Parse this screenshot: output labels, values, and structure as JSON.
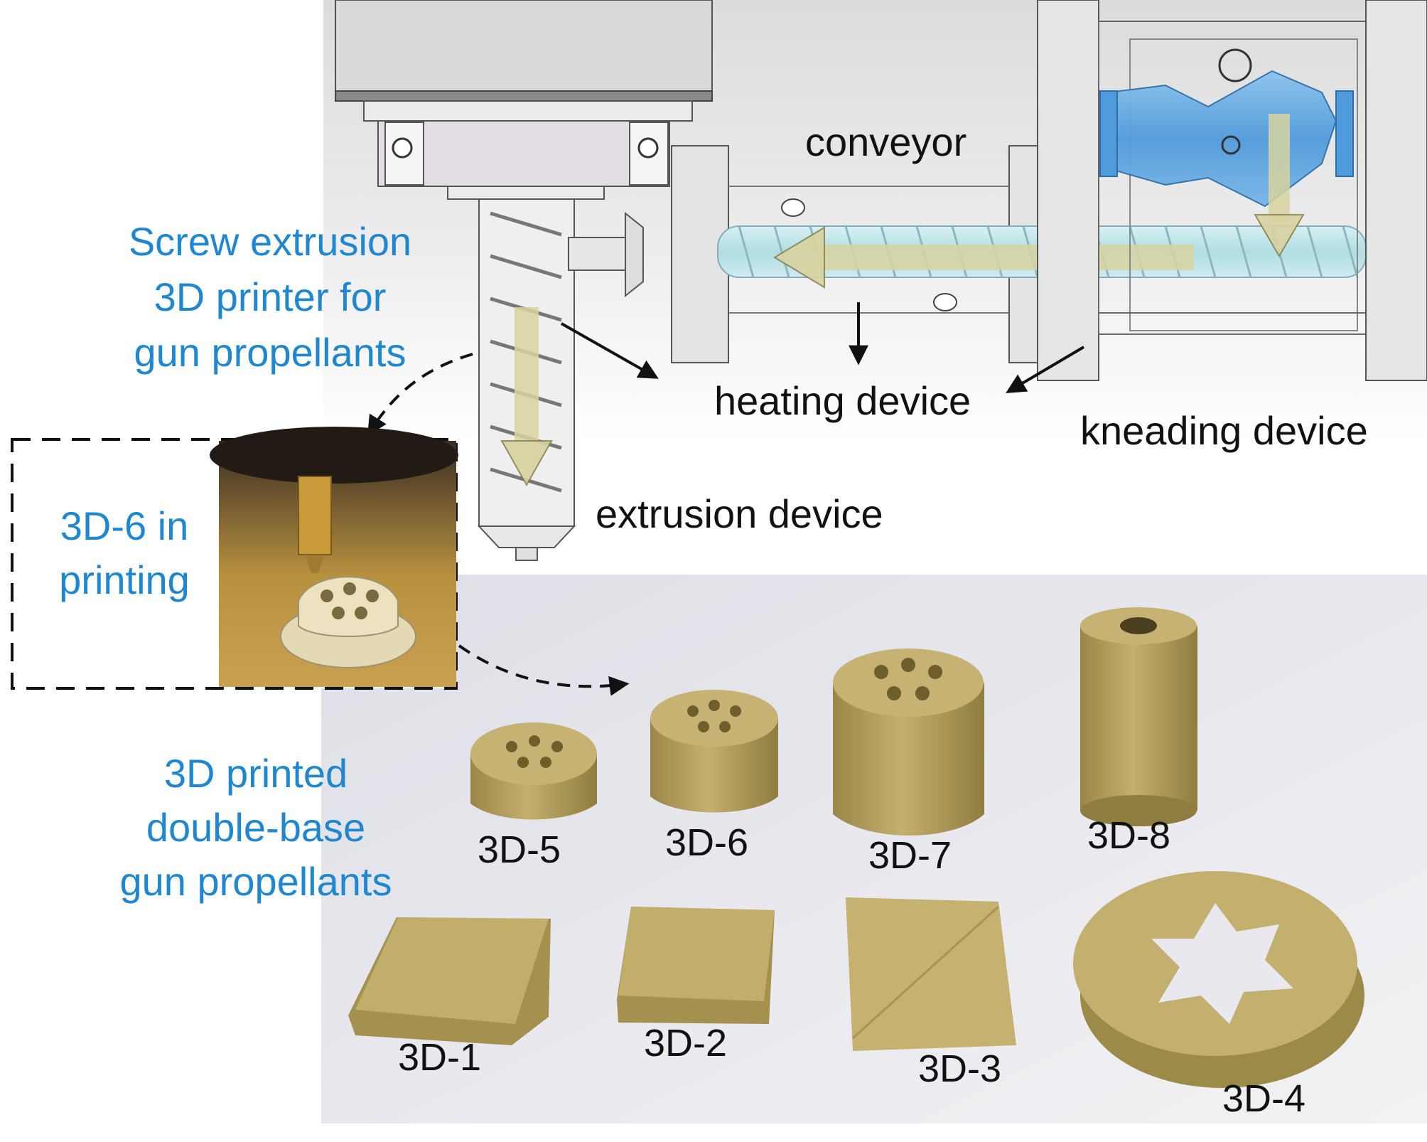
{
  "labels": {
    "conveyor": "conveyor",
    "heating_device": "heating device",
    "kneading_device": "kneading device",
    "extrusion_device": "extrusion device"
  },
  "printer_caption": [
    "Screw extrusion",
    "3D printer for",
    "gun propellants"
  ],
  "inset_caption": [
    "3D-6 in",
    "printing"
  ],
  "samples_caption": [
    "3D printed",
    "double-base",
    "gun propellants"
  ],
  "samples": {
    "s5": "3D-5",
    "s6": "3D-6",
    "s7": "3D-7",
    "s8": "3D-8",
    "s1": "3D-1",
    "s2": "3D-2",
    "s3": "3D-3",
    "s4": "3D-4"
  },
  "colors": {
    "caption_blue": "#1f86d0",
    "propellant": "#b3a062",
    "kneader_blue": "#5aa3e0",
    "conveyor_cyan": "#bfe6ea"
  }
}
